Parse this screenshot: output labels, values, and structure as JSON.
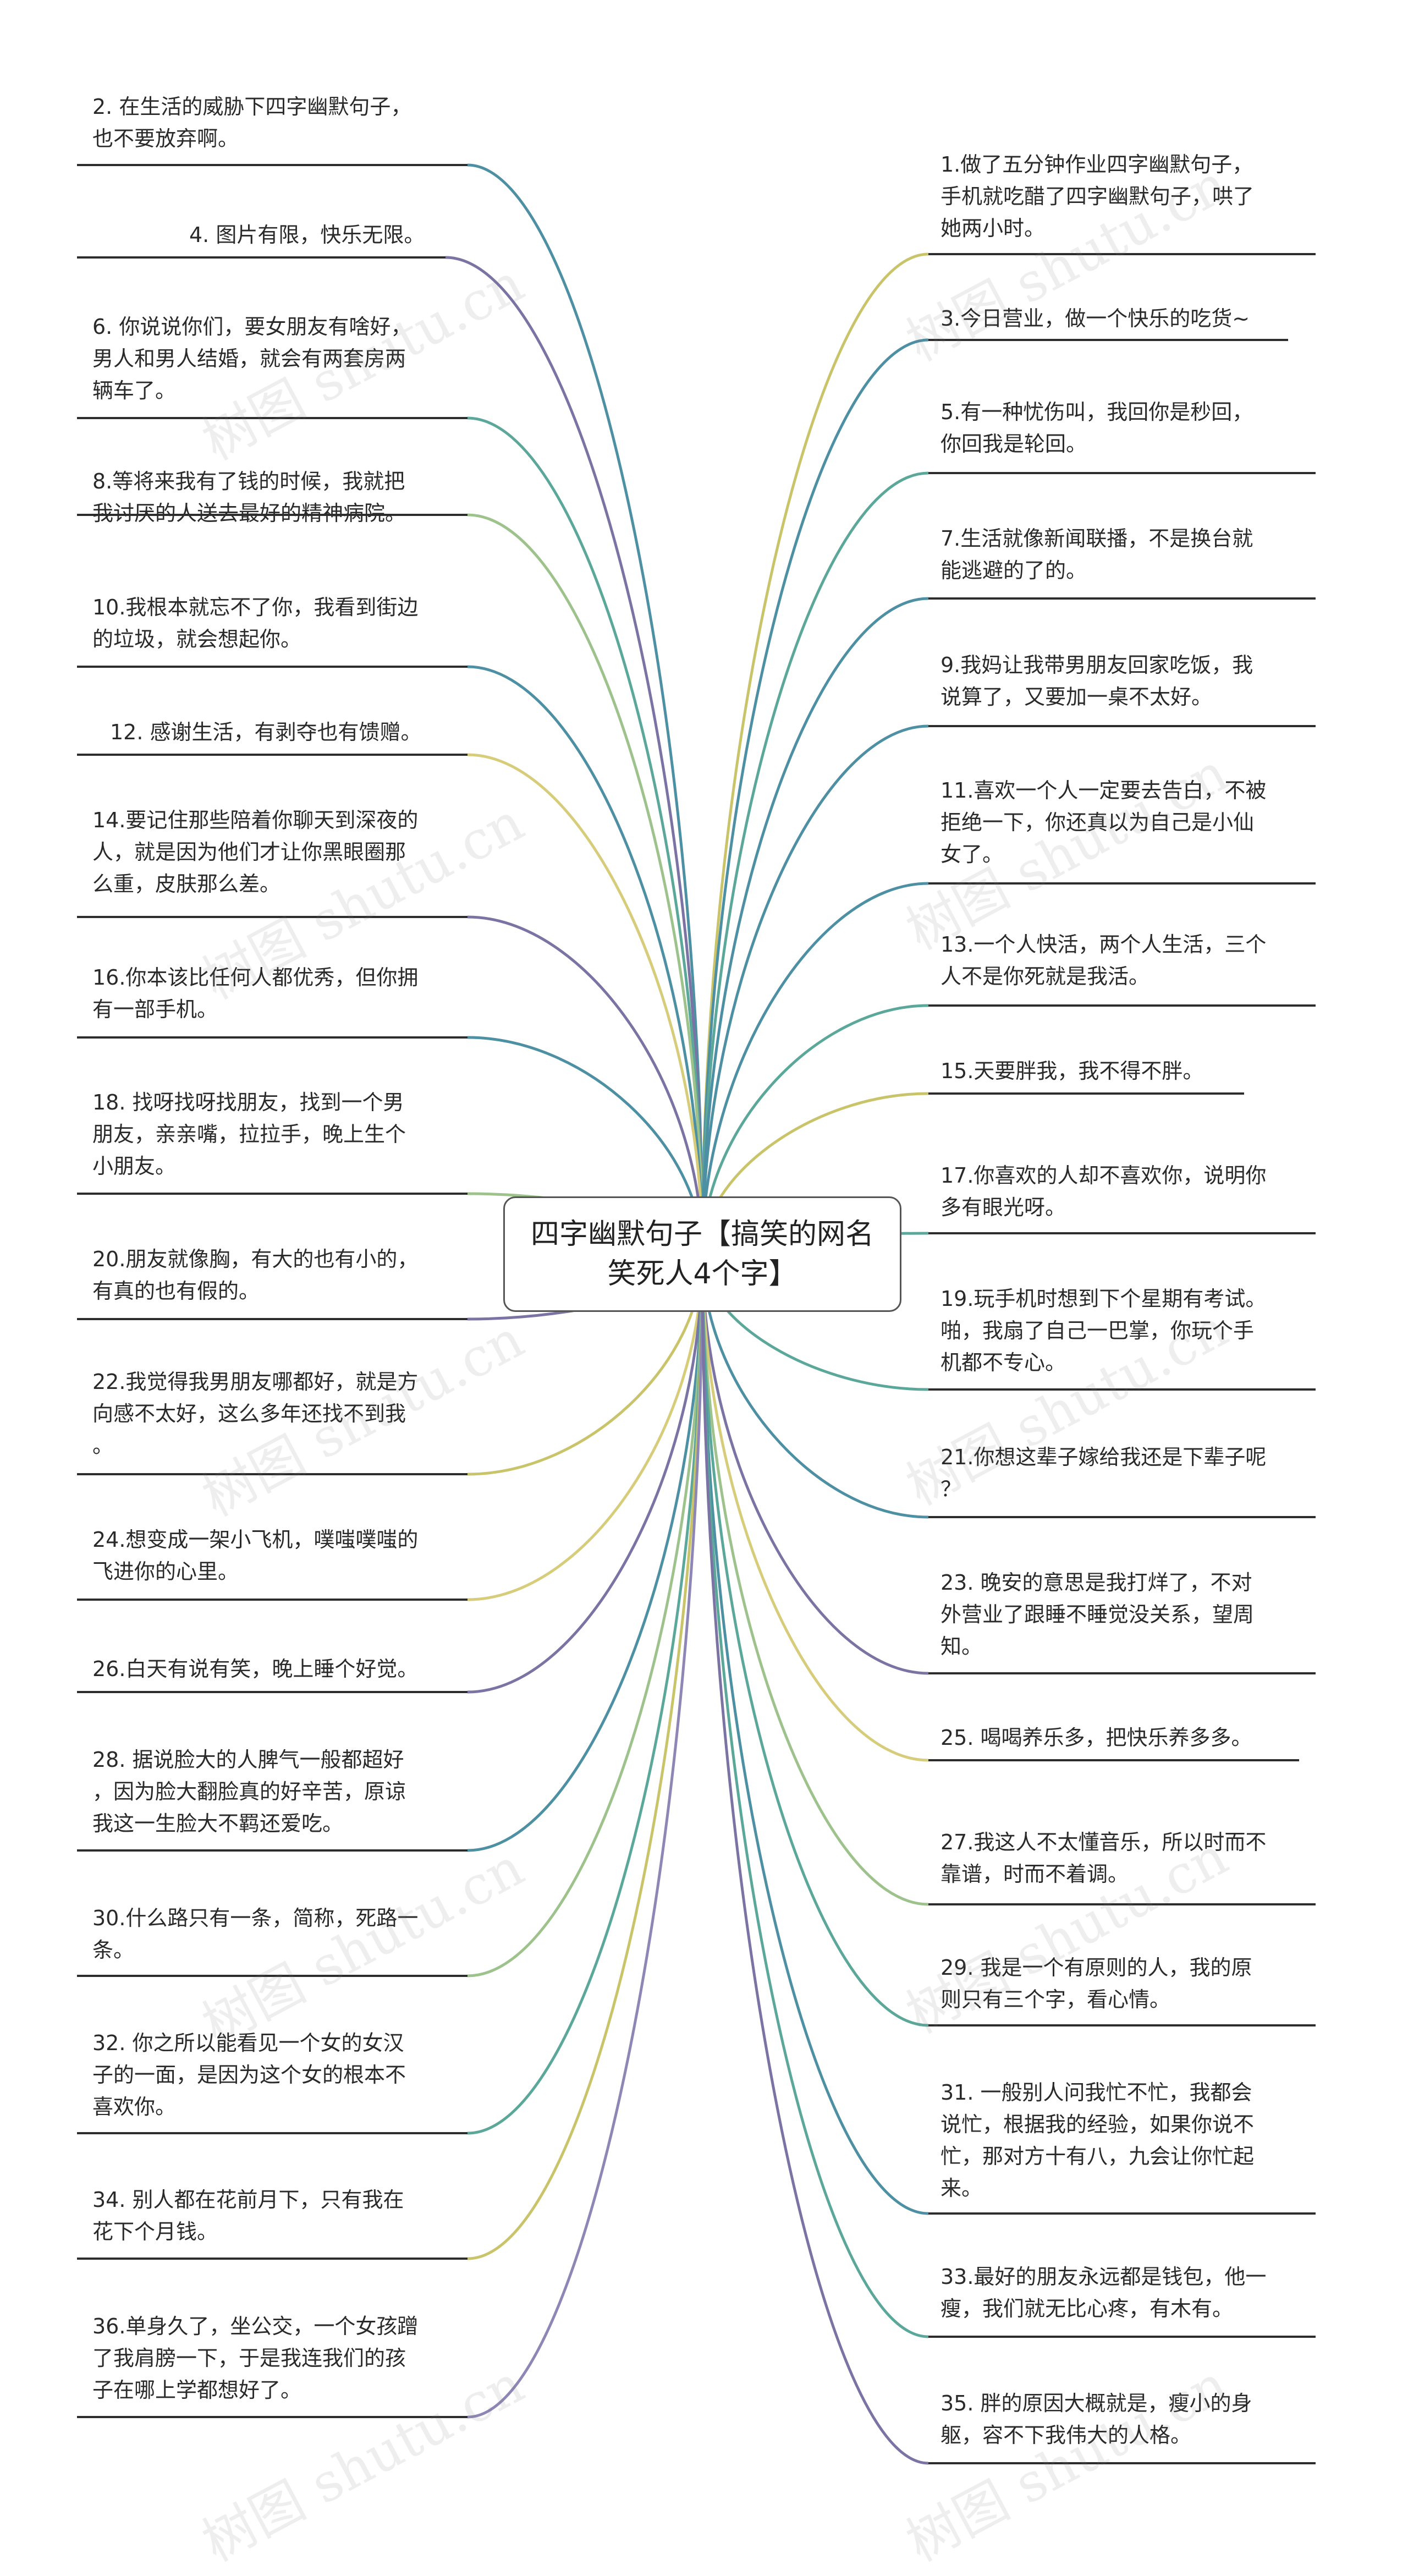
{
  "center": {
    "title": "四字幽默句子【搞笑的网名笑死人4个字】"
  },
  "watermark": "树图 shutu.cn",
  "colors": [
    "#7a73a3",
    "#4d8fa3",
    "#5ba89a",
    "#9dc28c",
    "#d6cc7a",
    "#c9c46a",
    "#8e86b5"
  ],
  "left_nodes": [
    "2. 在生活的威胁下四字幽默句子，\n也不要放弃啊。",
    "4. 图片有限，快乐无限。",
    "6. 你说说你们，要女朋友有啥好，\n男人和男人结婚，就会有两套房两\n辆车了。",
    "8.等将来我有了钱的时候，我就把\n我讨厌的人送去最好的精神病院。",
    "10.我根本就忘不了你，我看到街边\n的垃圾，就会想起你。",
    "12. 感谢生活，有剥夺也有馈赠。",
    "14.要记住那些陪着你聊天到深夜的\n人，就是因为他们才让你黑眼圈那\n么重，皮肤那么差。",
    "16.你本该比任何人都优秀，但你拥\n有一部手机。",
    "18. 找呀找呀找朋友，找到一个男\n朋友，亲亲嘴，拉拉手，晚上生个\n小朋友。",
    "20.朋友就像胸，有大的也有小的，\n有真的也有假的。",
    "22.我觉得我男朋友哪都好，就是方\n向感不太好，这么多年还找不到我\n。",
    "24.想变成一架小飞机，噗嗤噗嗤的\n飞进你的心里。",
    "26.白天有说有笑，晚上睡个好觉。",
    "28. 据说脸大的人脾气一般都超好\n，因为脸大翻脸真的好辛苦，原谅\n我这一生脸大不羁还爱吃。",
    "30.什么路只有一条，简称，死路一\n条。",
    "32. 你之所以能看见一个女的女汉\n子的一面，是因为这个女的根本不\n喜欢你。",
    "34. 别人都在花前月下，只有我在\n花下个月钱。",
    "36.单身久了，坐公交，一个女孩蹭\n了我肩膀一下，于是我连我们的孩\n子在哪上学都想好了。"
  ],
  "right_nodes": [
    "1.做了五分钟作业四字幽默句子，\n手机就吃醋了四字幽默句子，哄了\n她两小时。",
    "3.今日营业，做一个快乐的吃货~",
    "5.有一种忧伤叫，我回你是秒回，\n你回我是轮回。",
    "7.生活就像新闻联播，不是换台就\n能逃避的了的。",
    "9.我妈让我带男朋友回家吃饭，我\n说算了，又要加一桌不太好。",
    "11.喜欢一个人一定要去告白，不被\n拒绝一下，你还真以为自己是小仙\n女了。",
    "13.一个人快活，两个人生活，三个\n人不是你死就是我活。",
    "15.天要胖我，我不得不胖。",
    "17.你喜欢的人却不喜欢你，说明你\n多有眼光呀。",
    "19.玩手机时想到下个星期有考试。\n啪，我扇了自己一巴掌，你玩个手\n机都不专心。",
    "21.你想这辈子嫁给我还是下辈子呢\n？",
    "23. 晚安的意思是我打烊了，不对\n外营业了跟睡不睡觉没关系，望周\n知。",
    "25. 喝喝养乐多，把快乐养多多。",
    "27.我这人不太懂音乐，所以时而不\n靠谱，时而不着调。",
    "29. 我是一个有原则的人，我的原\n则只有三个字，看心情。",
    "31. 一般别人问我忙不忙，我都会\n说忙，根据我的经验，如果你说不\n忙，那对方十有八，九会让你忙起\n来。",
    "33.最好的朋友永远都是钱包，他一\n瘦，我们就无比心疼，有木有。",
    "35. 胖的原因大概就是，瘦小的身\n躯，容不下我伟大的人格。"
  ]
}
